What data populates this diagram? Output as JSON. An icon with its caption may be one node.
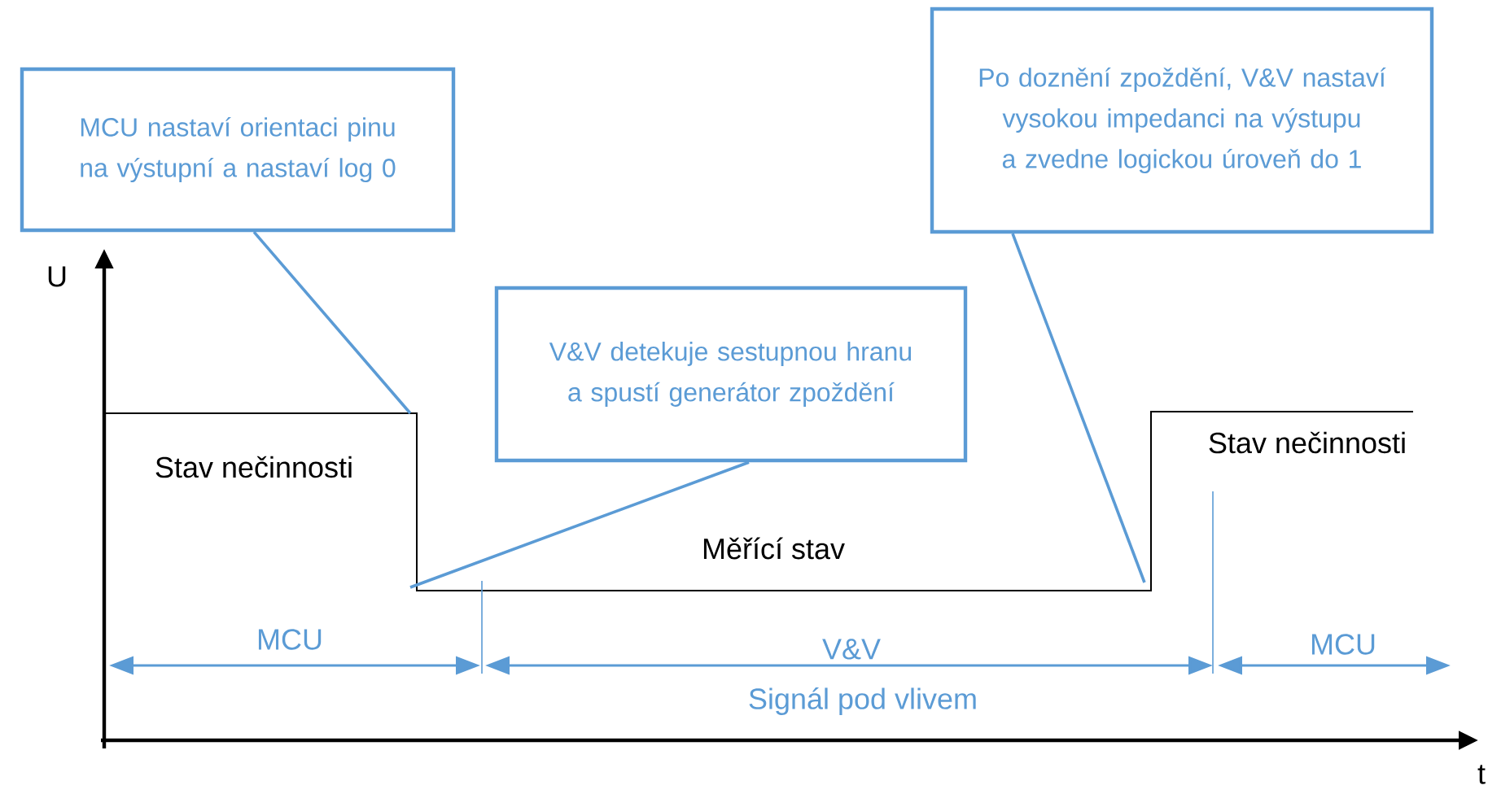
{
  "diagram": {
    "nodes": [
      {
        "text": [
          "MCU nastaví orientaci pinu na výstupní a nastaví log 0"
        ]
      },
      {
        "text": [
          "V&V detekuje sestupnou hranu a spustí generátor zpoždění"
        ]
      },
      {
        "text": [
          "Po doznění zpoždění, V&V nastaví vysokou impedanci na výstupu a zvedne logickou úroveň do 1"
        ]
      }
    ],
    "edges": [
      {
        "from": 0,
        "to": null,
        "arrow": "none"
      },
      {
        "from": 1,
        "to": null,
        "arrow": "none"
      },
      {
        "from": 2,
        "to": null,
        "arrow": "none"
      }
    ],
    "labels": [
      "U",
      "Stav nečinnosti",
      "Měřící stav",
      "Stav nečinnosti",
      "MCU",
      "V&V",
      "MCU",
      "Signál pod vlivem",
      "t"
    ]
  }
}
